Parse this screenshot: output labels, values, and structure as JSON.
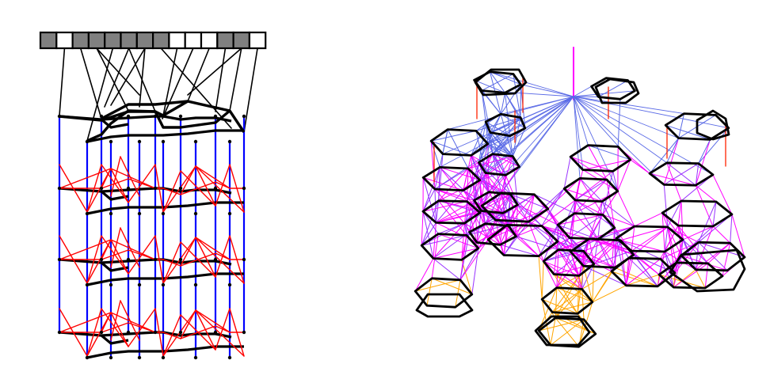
{
  "figure": {
    "panels": [
      {
        "id": "left",
        "kind": "layered-graph",
        "register_cells": [
          "filled",
          "empty",
          "filled",
          "filled",
          "filled",
          "filled",
          "filled",
          "filled",
          "empty",
          "empty",
          "empty",
          "filled",
          "filled",
          "empty"
        ],
        "layers": 4,
        "colors": {
          "cell_filled": "#808080",
          "cell_empty": "#ffffff",
          "outline": "#000000",
          "vertical_edges": "#0000ff",
          "cross_edges": "#ff0000",
          "ring_edges": "#000000"
        }
      },
      {
        "id": "right",
        "kind": "3d-projected-graph",
        "colors": {
          "rings": "#000000",
          "hub_edges": "#5a6ae6",
          "dense_edges_a": "#ff00ff",
          "dense_edges_b": "#9933ff",
          "base_edges": "#ffa500",
          "vertical_edges": "#ff2200"
        }
      }
    ]
  }
}
